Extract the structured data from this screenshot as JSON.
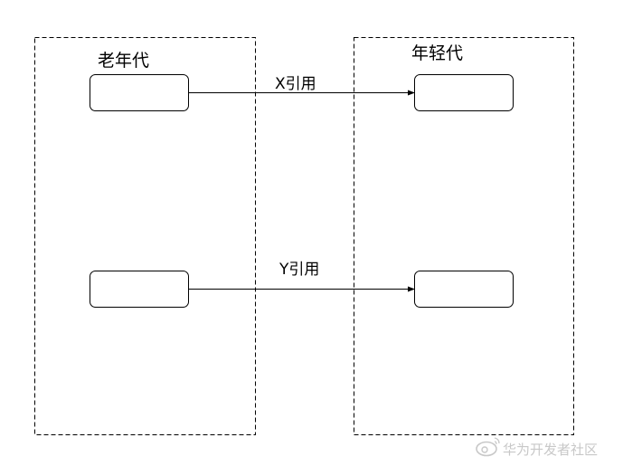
{
  "diagram": {
    "old_generation": {
      "label": "老年代"
    },
    "young_generation": {
      "label": "年轻代"
    },
    "references": [
      {
        "label": "X引用"
      },
      {
        "label": "Y引用"
      }
    ]
  },
  "watermark": {
    "text": "华为开发者社区",
    "icon": "weibo-logo-icon"
  },
  "colors": {
    "stroke": "#000000",
    "background": "#ffffff",
    "watermark": "#c8c8c8"
  }
}
